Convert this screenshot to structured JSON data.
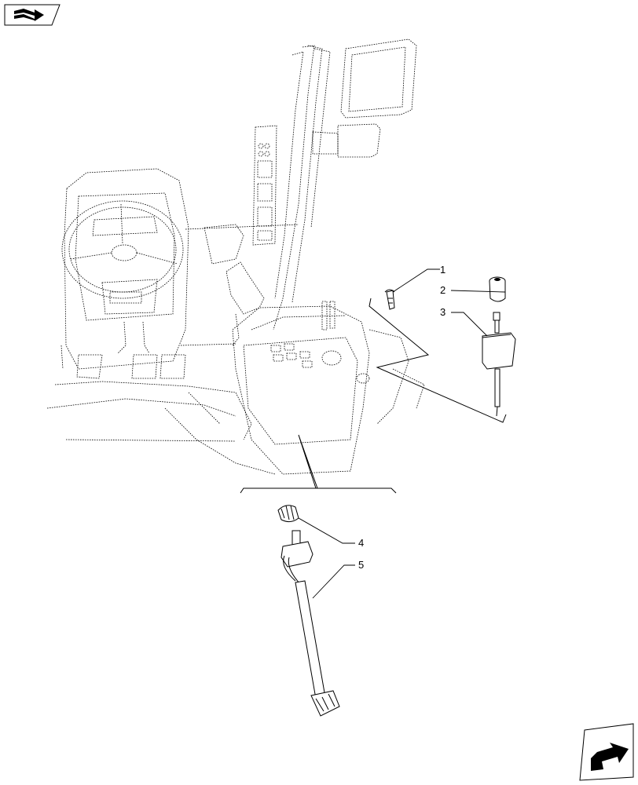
{
  "diagram": {
    "callouts": [
      {
        "id": "1",
        "label": "1"
      },
      {
        "id": "2",
        "label": "2"
      },
      {
        "id": "3",
        "label": "3"
      },
      {
        "id": "4",
        "label": "4"
      },
      {
        "id": "5",
        "label": "5"
      }
    ]
  },
  "icons": {
    "top_left": "book-arrow-icon",
    "bottom_right": "next-page-arrow-icon"
  }
}
